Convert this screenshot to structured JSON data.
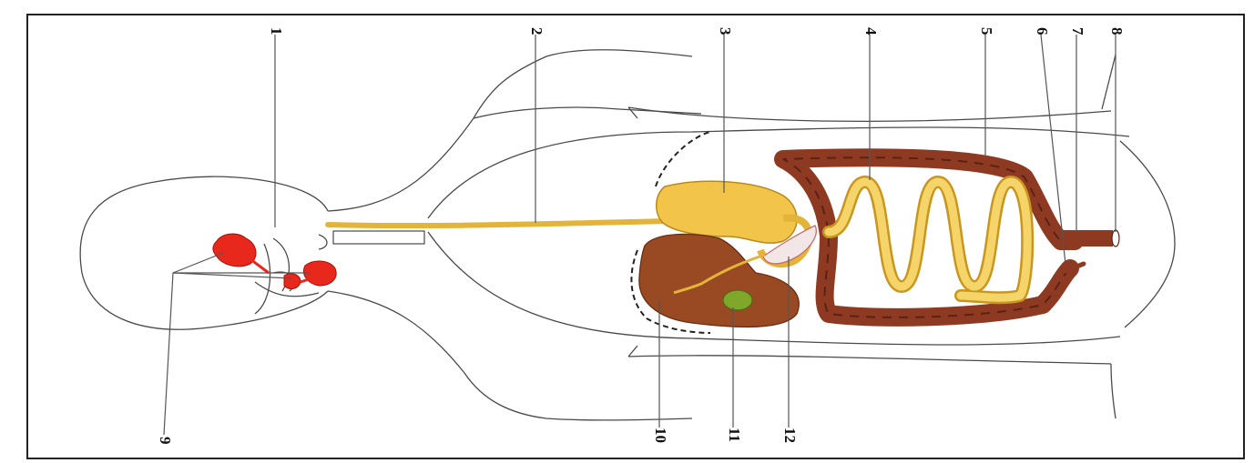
{
  "labels": {
    "l1": "1",
    "l2": "2",
    "l3": "3",
    "l4": "4",
    "l5": "5",
    "l6": "6",
    "l7": "7",
    "l8": "8",
    "l9": "9",
    "l10": "10",
    "l11": "11",
    "l12": "12"
  },
  "colors": {
    "outline": "#4a4a4a",
    "esophagus": "#e3b43a",
    "stomach": "#f2c54a",
    "small_intestine": "#f0c03f",
    "large_intestine": "#8e3a22",
    "liver": "#9a4a22",
    "gallbladder": "#7fa82a",
    "salivary_gland": "#e8281c",
    "pancreas": "#c96a6a"
  }
}
